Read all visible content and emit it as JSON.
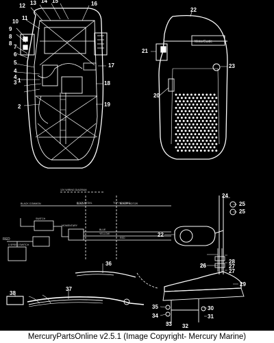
{
  "caption": "MercuryPartsOnline v2.5.1 (Image Copyright- Mercury Marine)",
  "diagram": {
    "callouts": [
      "1",
      "2",
      "3",
      "4",
      "5",
      "6",
      "7",
      "8",
      "9",
      "10",
      "11",
      "12",
      "13",
      "14",
      "15",
      "16",
      "17",
      "18",
      "19",
      "20",
      "21",
      "22",
      "23",
      "24",
      "25",
      "26",
      "27",
      "28",
      "29",
      "30",
      "31",
      "32",
      "33",
      "34",
      "35",
      "36",
      "37",
      "38"
    ],
    "wiring": {
      "title": "12V WIRING DIAGRAM",
      "foot_pedal": "FOOT PEDAL",
      "top_housing": "TOP HOUSING",
      "black_common": "BLACK COMMON",
      "black": "BLACK",
      "black_motor": "BLACK MOTOR",
      "momentary": "MOMENTARY",
      "blue": "BLUE",
      "yellow": "YELLOW",
      "red": "RED",
      "switch": "SWITCH",
      "red_left": "RED",
      "speed_switch": "5 SPEED SWITCH"
    },
    "brand": "MotorGuide"
  }
}
